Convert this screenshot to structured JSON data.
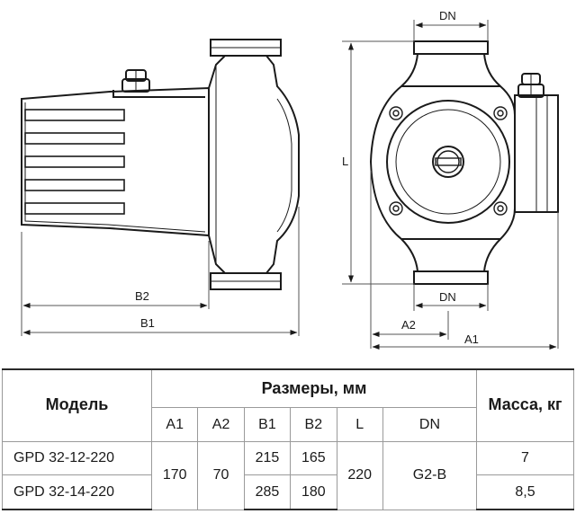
{
  "drawing": {
    "labels": {
      "b2": "B2",
      "b1": "B1",
      "l": "L",
      "dn_top": "DN",
      "dn_bottom": "DN",
      "a2": "A2",
      "a1": "A1"
    }
  },
  "table": {
    "header_model": "Модель",
    "header_dimensions": "Размеры, мм",
    "header_mass": "Масса, кг",
    "columns": [
      "A1",
      "A2",
      "B1",
      "B2",
      "L",
      "DN"
    ],
    "rows": [
      {
        "model": "GPD 32-12-220",
        "a1": "170",
        "a2": "70",
        "b1": "215",
        "b2": "165",
        "l": "220",
        "dn": "G2-B",
        "mass": "7"
      },
      {
        "model": "GPD 32-14-220",
        "a1": "170",
        "a2": "70",
        "b1": "285",
        "b2": "180",
        "l": "220",
        "dn": "G2-B",
        "mass": "8,5"
      }
    ]
  },
  "colors": {
    "line": "#1a1a1a",
    "dim": "#555555",
    "border": "#9a9a9a"
  }
}
